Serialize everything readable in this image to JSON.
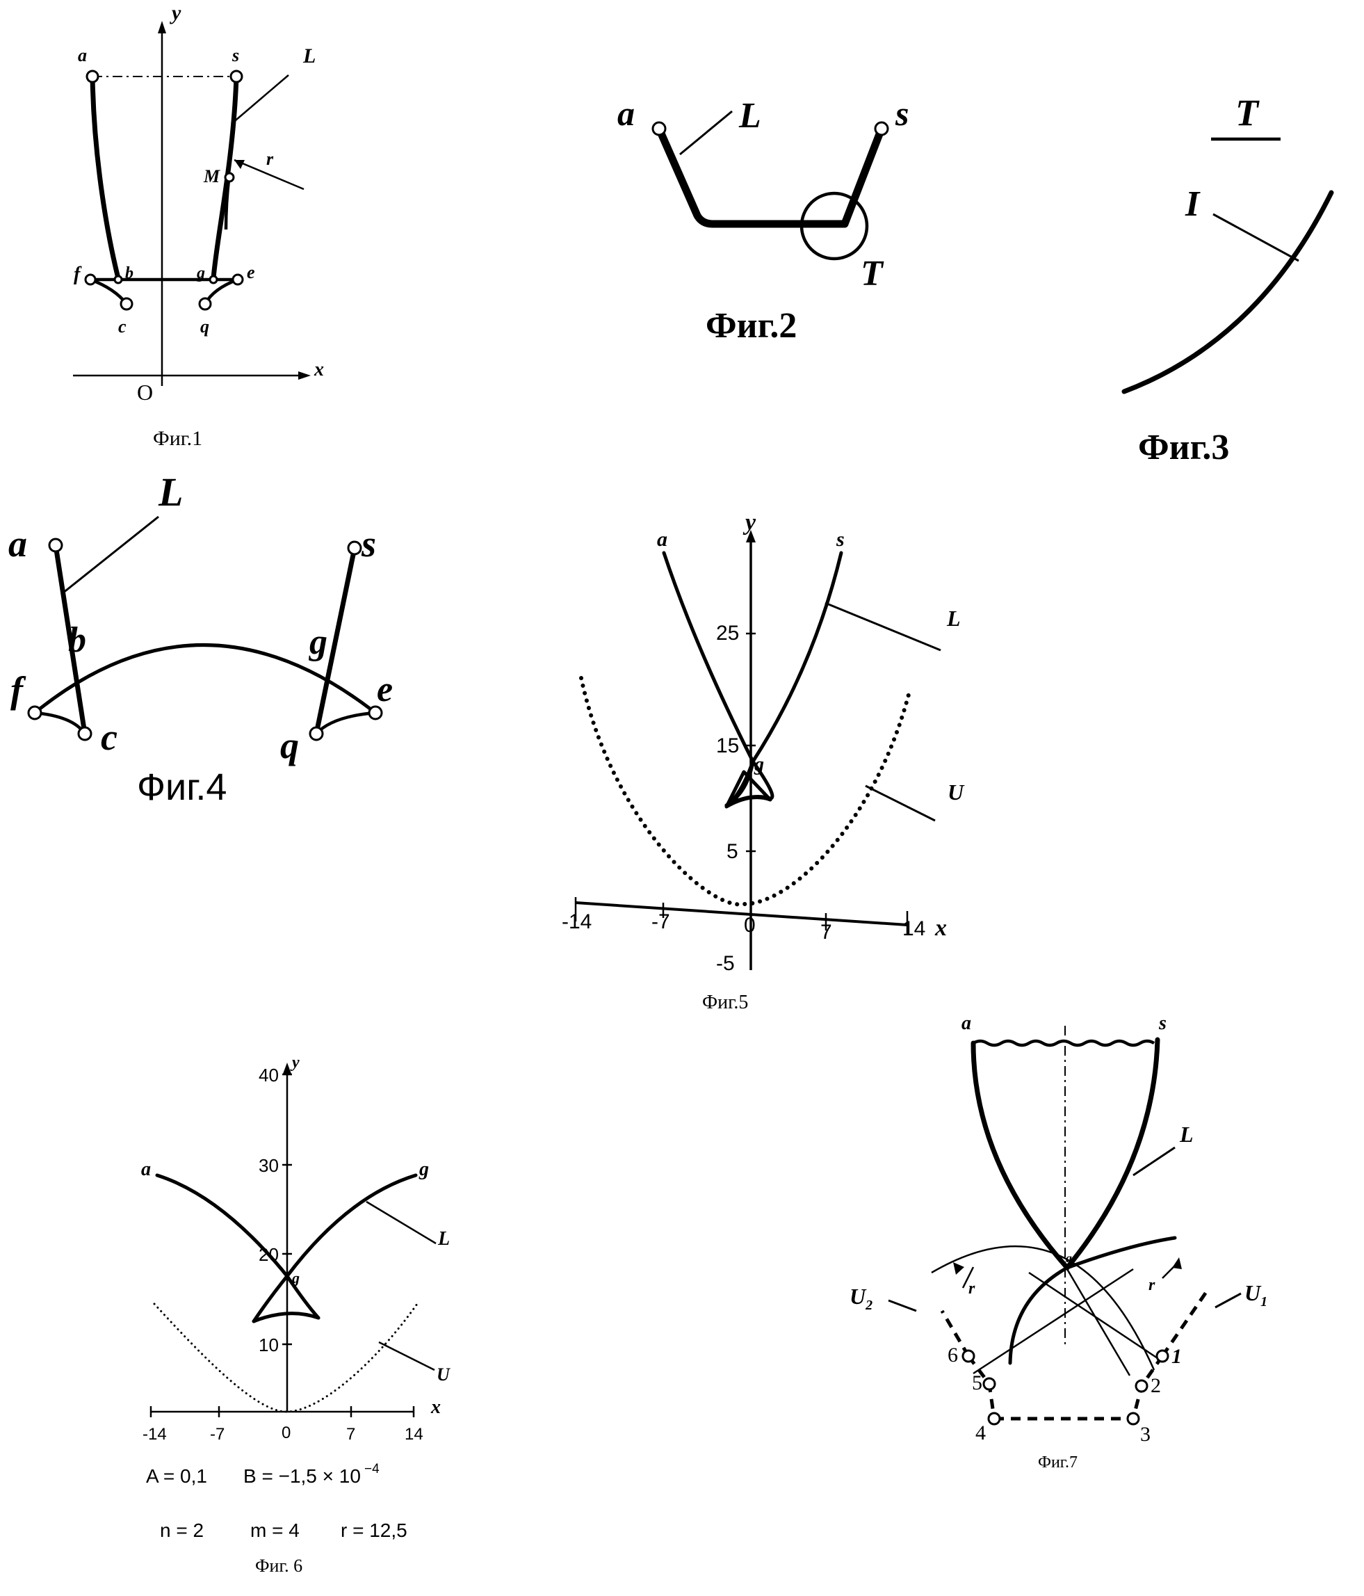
{
  "fig1": {
    "axis_y": "y",
    "axis_x": "x",
    "origin": "O",
    "labels": {
      "a": "a",
      "s": "s",
      "L": "L",
      "r": "r",
      "M": "M",
      "f": "f",
      "b": "b",
      "g": "g",
      "e": "e",
      "c": "c",
      "q": "q"
    },
    "caption": "Фиг.1"
  },
  "fig2": {
    "labels": {
      "a": "a",
      "L": "L",
      "s": "s",
      "T": "T"
    },
    "caption": "Фиг.2"
  },
  "fig3": {
    "labels": {
      "T": "T",
      "I": "I"
    },
    "caption": "Фиг.3"
  },
  "fig4": {
    "labels": {
      "L": "L",
      "a": "a",
      "s": "s",
      "b": "b",
      "g": "g",
      "f": "f",
      "e": "e",
      "c": "c",
      "q": "q"
    },
    "caption": "Фиг.4"
  },
  "fig5": {
    "axis_y": "y",
    "axis_x": "x",
    "labels": {
      "a": "a",
      "s": "s",
      "L": "L",
      "U": "U",
      "g": "g"
    },
    "ticks_y": [
      "25",
      "15",
      "5",
      "-5"
    ],
    "ticks_x": [
      "-14",
      "-7",
      "0",
      "7",
      "14"
    ],
    "caption": "Фиг.5"
  },
  "fig6": {
    "axis_y": "y",
    "axis_x": "x",
    "labels": {
      "a": "a",
      "s": "g",
      "L": "L",
      "U": "U",
      "g": "g"
    },
    "ticks_y": [
      "40",
      "30",
      "20",
      "10"
    ],
    "ticks_x": [
      "-14",
      "-7",
      "0",
      "7",
      "14"
    ],
    "params_line1": {
      "A": "A = 0,1",
      "B_prefix": "B = −1,5 × 10",
      "B_exp": "−4"
    },
    "params_line2": {
      "n": "n = 2",
      "m": "m = 4",
      "r": "r = 12,5"
    },
    "caption": "Фиг. 6"
  },
  "fig7": {
    "labels": {
      "a": "a",
      "s": "s",
      "L": "L",
      "U2": "U",
      "U2_sub": "2",
      "U1": "U",
      "U1_sub": "1",
      "g": "g",
      "r_left": "r",
      "r_right": "r"
    },
    "points": [
      "1",
      "2",
      "3",
      "4",
      "5",
      "6"
    ],
    "caption": "Фиг.7"
  }
}
